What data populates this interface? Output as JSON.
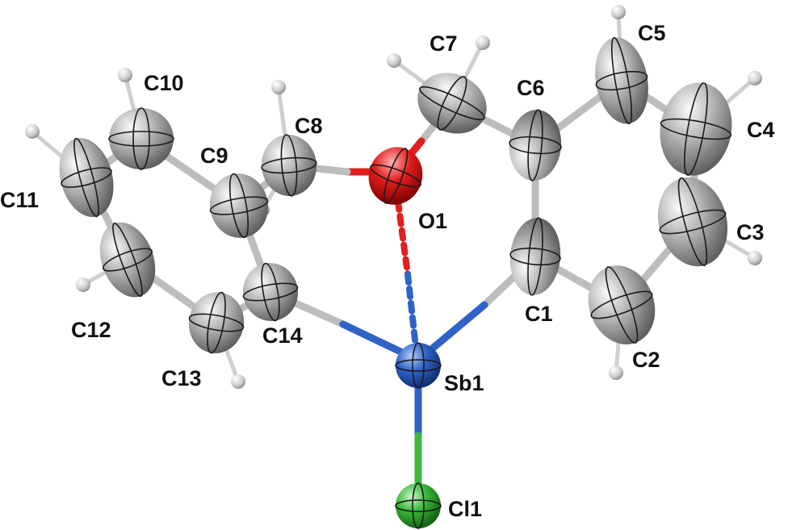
{
  "labels": {
    "C1": "C1",
    "C2": "C2",
    "C3": "C3",
    "C4": "C4",
    "C5": "C5",
    "C6": "C6",
    "C7": "C7",
    "C8": "C8",
    "C9": "C9",
    "C10": "C10",
    "C11": "C11",
    "C12": "C12",
    "C13": "C13",
    "C14": "C14",
    "O1": "O1",
    "Sb1": "Sb1",
    "Cl1": "Cl1"
  },
  "colors": {
    "carbon": "#9a9a9a",
    "hydrogen": "#d8d8d8",
    "oxygen": "#e02020",
    "antimony": "#2f63c8",
    "chlorine": "#3cb83c",
    "bond_grey": "#b8b8b8",
    "label": "#111111"
  }
}
